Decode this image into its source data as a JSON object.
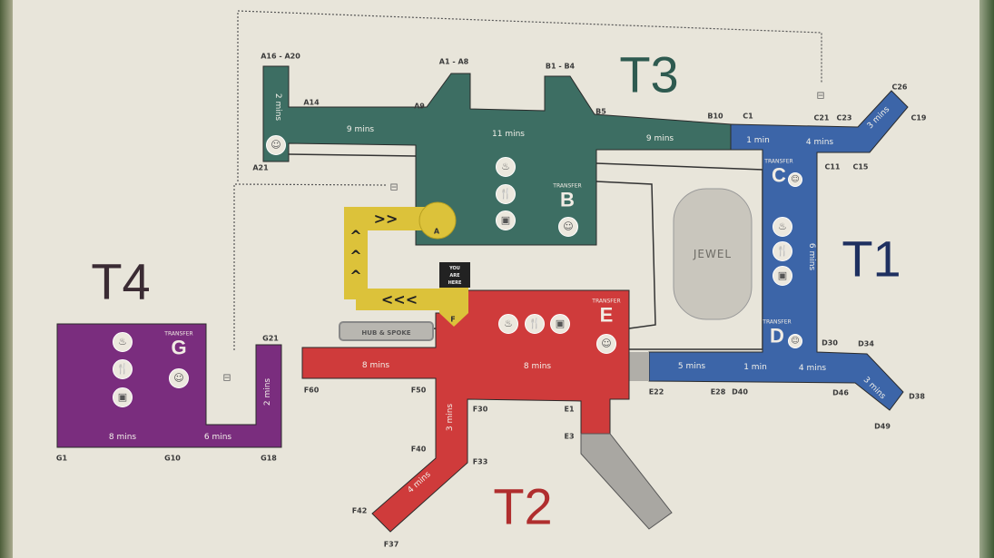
{
  "terminals": {
    "t1": "T1",
    "t2": "T2",
    "t3": "T3",
    "t4": "T4"
  },
  "colors": {
    "t1": "#3c65a8",
    "t2": "#cf3b3b",
    "t3": "#3d6e63",
    "t4": "#7a2d7e",
    "path": "#dcc23a",
    "jewel": "#c9c6bd"
  },
  "gates": [
    "A16 - A20",
    "A14",
    "A9",
    "A1 - A8",
    "B1 - B4",
    "B5",
    "A21",
    "B10",
    "C1",
    "C21",
    "C23",
    "C26",
    "C19",
    "C11",
    "C15",
    "D30",
    "D34",
    "D46",
    "D38",
    "D49",
    "E22",
    "E28",
    "D40",
    "F60",
    "F50",
    "F30",
    "E1",
    "E3",
    "F40",
    "F33",
    "F42",
    "F37",
    "G21",
    "G1",
    "G10",
    "G18"
  ],
  "walk_times": [
    "2 mins",
    "9 mins",
    "11 mins",
    "9 mins",
    "1 min",
    "4 mins",
    "3 mins",
    "6 mins",
    "5 mins",
    "1 min",
    "4 mins",
    "3 mins",
    "8 mins",
    "8 mins",
    "3 mins",
    "4 mins",
    "8 mins",
    "6 mins",
    "2 mins"
  ],
  "transfer": {
    "label": "TRANSFER",
    "b": "B",
    "c": "C",
    "d": "D",
    "e": "E",
    "g": "G"
  },
  "jewel": "JEWEL",
  "hub": "HUB & SPOKE",
  "you_are_here": [
    "YOU",
    "ARE",
    "HERE"
  ],
  "path_points": {
    "start": "F",
    "end": "A"
  },
  "icons": [
    "massage-chair-icon",
    "dining-icon",
    "shopping-icon",
    "information-counter-icon",
    "shuttle-icon"
  ]
}
